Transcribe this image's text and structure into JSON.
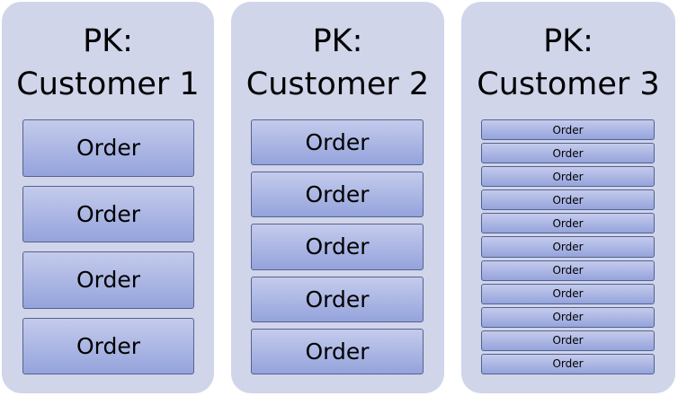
{
  "partitions": [
    {
      "label_prefix": "PK:",
      "label_customer": "Customer 1",
      "orders": [
        "Order",
        "Order",
        "Order",
        "Order"
      ]
    },
    {
      "label_prefix": "PK:",
      "label_customer": "Customer 2",
      "orders": [
        "Order",
        "Order",
        "Order",
        "Order",
        "Order"
      ]
    },
    {
      "label_prefix": "PK:",
      "label_customer": "Customer 3",
      "orders": [
        "Order",
        "Order",
        "Order",
        "Order",
        "Order",
        "Order",
        "Order",
        "Order",
        "Order",
        "Order",
        "Order"
      ]
    }
  ],
  "colors": {
    "partition_background": "#d0d5ea",
    "order_fill_top": "#c4cbec",
    "order_fill_bottom": "#94a3dc",
    "order_border": "#55628f"
  }
}
